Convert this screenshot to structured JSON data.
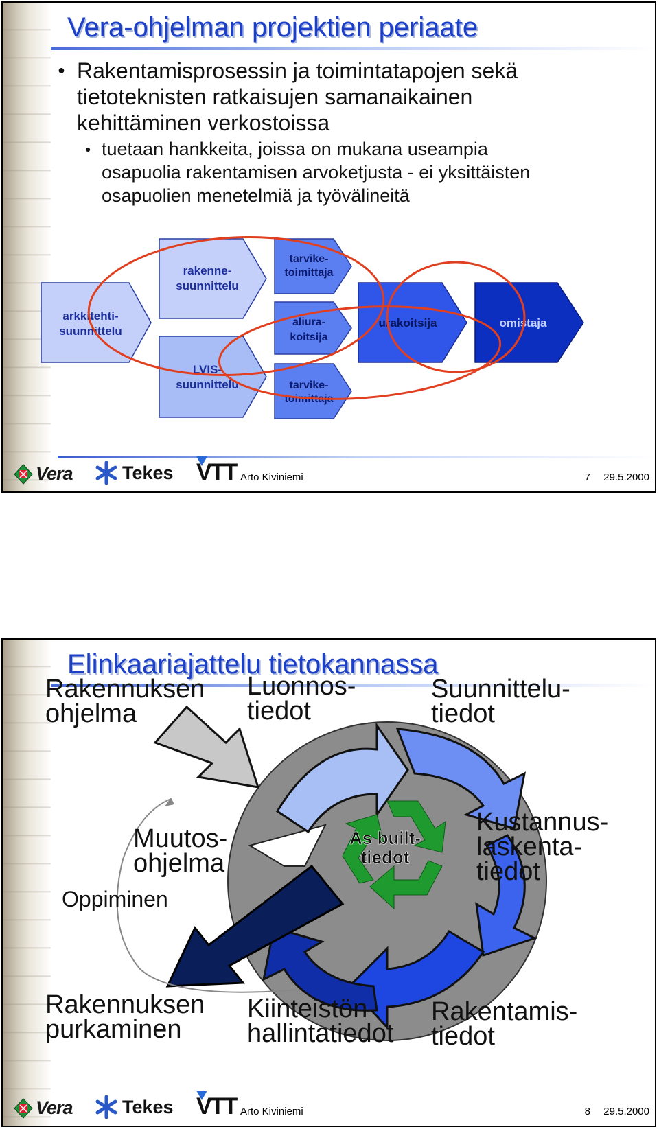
{
  "slide1": {
    "title": "Vera-ohjelman projektien periaate",
    "bullet_main_lines": [
      "Rakentamisprosessin ja toimintatapojen sekä",
      "tietoteknisten ratkaisujen samanaikainen",
      "kehittäminen verkostoissa"
    ],
    "bullet_sub_lines": [
      "tuetaan hankkeita, joissa on mukana useampia",
      "osapuolia rakentamisen arvoketjusta - ei yksittäisten",
      "osapuolien menetelmiä ja työvälineitä"
    ],
    "diagram": {
      "arkkitehti": [
        "arkkitehti-",
        "suunnittelu"
      ],
      "rakenne": [
        "rakenne-",
        "suunnittelu"
      ],
      "lvis": [
        "LVIS-",
        "suunnittelu"
      ],
      "tarvike1": [
        "tarvike-",
        "toimittaja"
      ],
      "aliura": [
        "aliura-",
        "koitsija"
      ],
      "tarvike2": [
        "tarvike-",
        "toimittaja"
      ],
      "urakoitsija": "urakoitsija",
      "omistaja": "omistaja"
    },
    "footer": {
      "author": "Arto Kiviniemi",
      "page": "7",
      "date": "29.5.2000"
    }
  },
  "slide2": {
    "title": "Elinkaariajattelu tietokannassa",
    "rakennuksen_ohjelma": [
      "Rakennuksen",
      "ohjelma"
    ],
    "luonnostiedot": [
      "Luonnos-",
      "tiedot"
    ],
    "suunnittelutiedot": [
      "Suunnittelu-",
      "tiedot"
    ],
    "muutosohjelma": [
      "Muutos-",
      "ohjelma"
    ],
    "oppiminen": "Oppiminen",
    "as_built": [
      "As built-",
      "tiedot"
    ],
    "kustannus": [
      "Kustannus-",
      "laskenta-",
      "tiedot"
    ],
    "purkaminen": [
      "Rakennuksen",
      "purkaminen"
    ],
    "kiinteisto": [
      "Kiinteistön-",
      "hallintatiedot"
    ],
    "rakentamis": [
      "Rakentamis-",
      "tiedot"
    ],
    "footer": {
      "author": "Arto Kiviniemi",
      "page": "8",
      "date": "29.5.2000"
    }
  },
  "logos": {
    "vera": "Vera",
    "tekes": "Tekes",
    "vtt": "VTT"
  },
  "colors": {
    "title": "#1c3fc7",
    "box_light": "#c5d0fa",
    "box_mid": "#a8bdf5",
    "box_blue": "#5b7ff0",
    "box_deep": "#2f56e8",
    "box_dark": "#0d2fc0",
    "ring": "#e04020",
    "recycle": "#1f9a2e"
  }
}
